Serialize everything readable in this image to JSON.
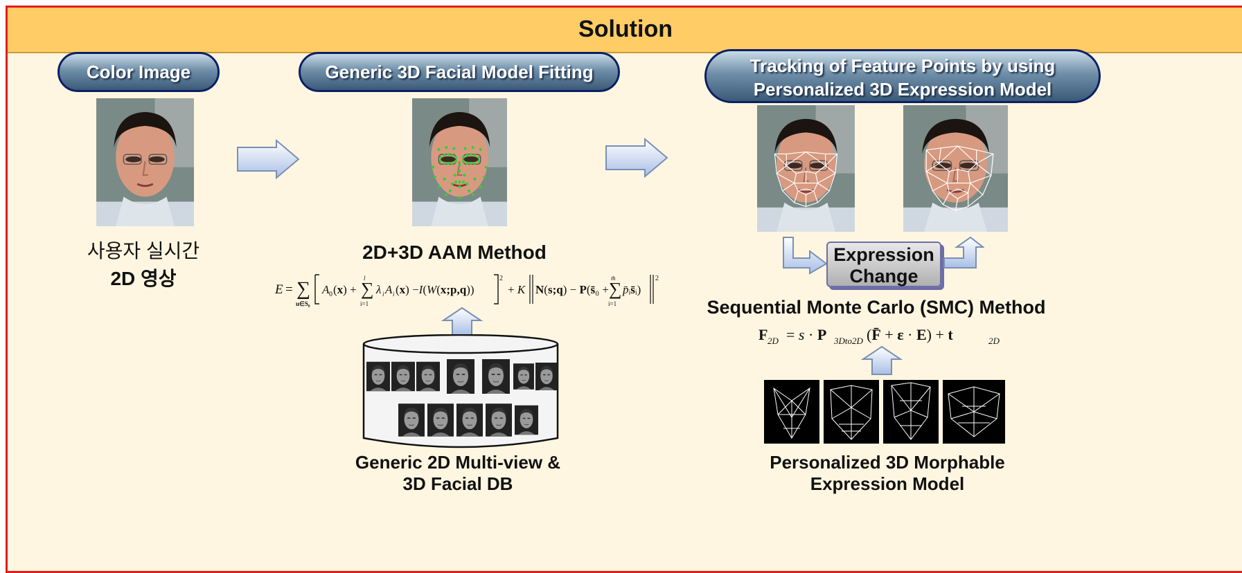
{
  "header": {
    "title": "Solution"
  },
  "step1": {
    "pill": "Color Image",
    "caption_line1": "사용자 실시간",
    "caption_line2": "2D 영상"
  },
  "step2": {
    "pill": "Generic 3D Facial Model Fitting",
    "method": "2D+3D AAM Method",
    "formula": "E = Σ[A₀(x) + Σ λᵢAᵢ(x) − I(W(x;p,q))]² + K‖N(s;q) − P(s̄₀ + Σ p̄ᵢs̄ᵢ)‖²",
    "db_caption_line1": "Generic 2D Multi-view &",
    "db_caption_line2": "3D Facial DB"
  },
  "step3": {
    "pill_line1": "Tracking of Feature Points by using",
    "pill_line2": "Personalized 3D Expression Model",
    "expression_change_line1": "Expression",
    "expression_change_line2": "Change",
    "method": "Sequential Monte Carlo (SMC) Method",
    "formula": "F₂D = s · P₃Dto2D(F̄ + ε · E) + t₂D",
    "model_caption_line1": "Personalized 3D Morphable",
    "model_caption_line2": "Expression Model"
  },
  "colors": {
    "frame_border": "#e31b1b",
    "header_bg": "#ffcc66",
    "panel_bg": "#fff6e1",
    "pill_border": "#0c1f66",
    "arrow_fill": "#c9d8f0"
  }
}
